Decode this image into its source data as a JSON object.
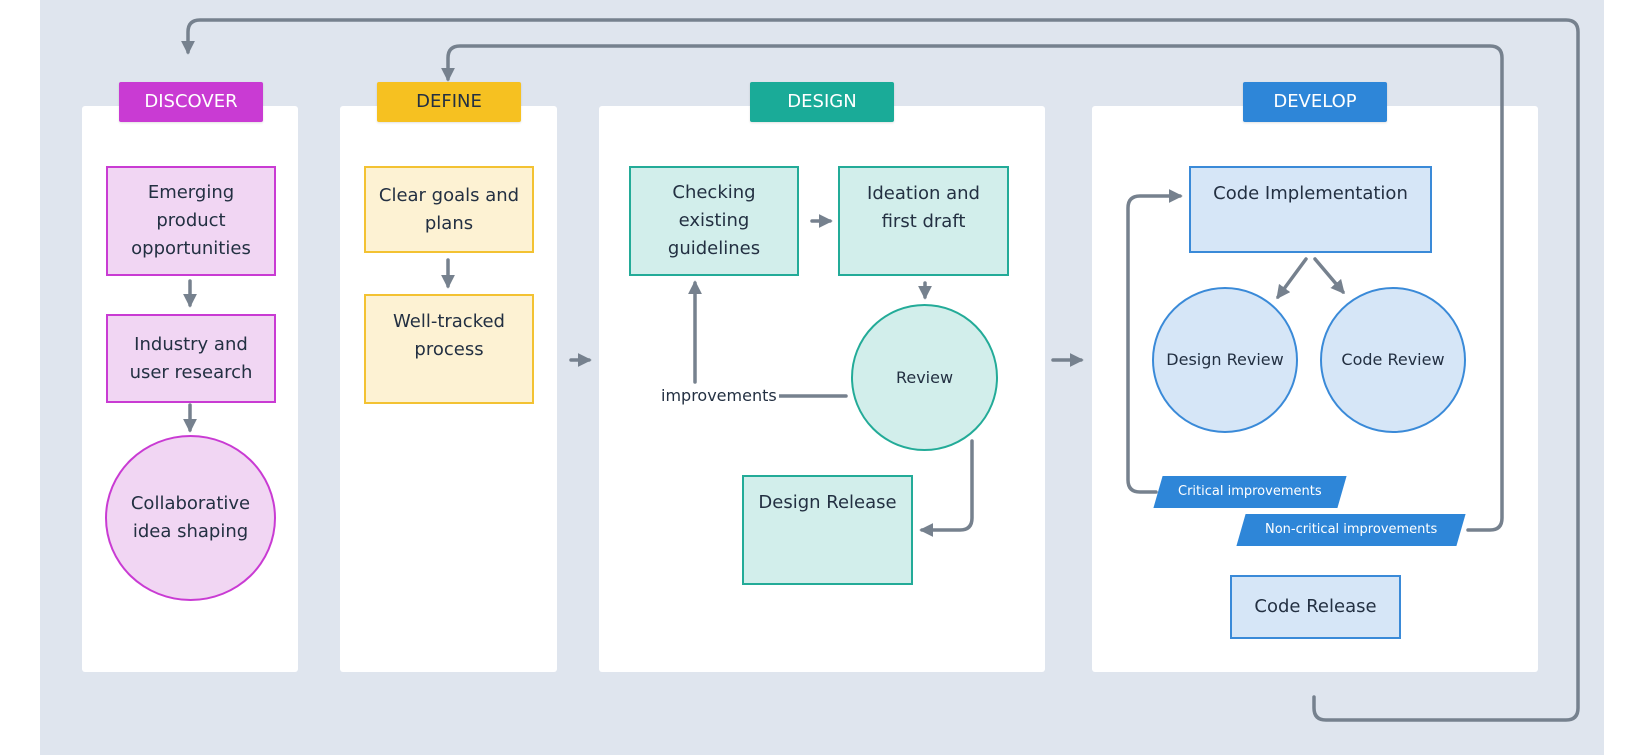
{
  "stages": {
    "discover": {
      "label": "DISCOVER",
      "color": "#c93bd3"
    },
    "define": {
      "label": "DEFINE",
      "color": "#f6c121"
    },
    "design": {
      "label": "DESIGN",
      "color": "#1aab98"
    },
    "develop": {
      "label": "DEVELOP",
      "color": "#2e86d8"
    }
  },
  "discover": {
    "emerging": "Emerging\nproduct\nopportunities",
    "research": "Industry and\nuser research",
    "shaping": "Collaborative\nidea shaping"
  },
  "define": {
    "goals": "Clear goals and\nplans",
    "process": "Well-tracked\nprocess"
  },
  "design": {
    "guidelines": "Checking\nexisting\nguidelines",
    "ideation": "Ideation and\nfirst draft",
    "review": "Review",
    "improvements": "improvements",
    "release": "Design Release"
  },
  "develop": {
    "implementation": "Code Implementation",
    "design_review": "Design Review",
    "code_review": "Code Review",
    "critical": "Critical improvements",
    "non_critical": "Non-critical improvements",
    "release": "Code Release"
  }
}
